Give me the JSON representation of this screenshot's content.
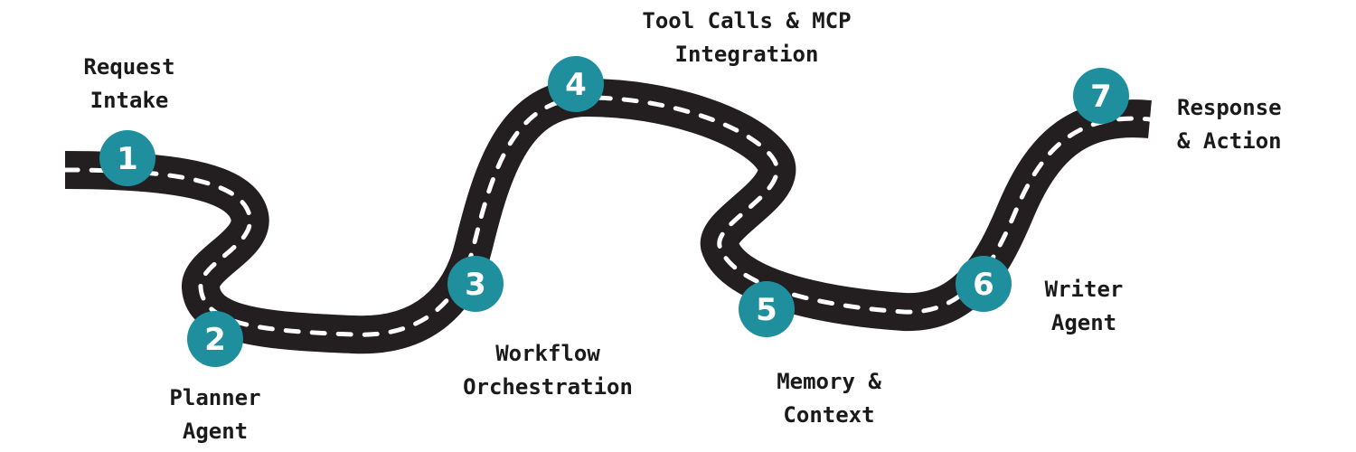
{
  "colors": {
    "road": "#231f20",
    "lane_dash": "#ffffff",
    "marker": "#1f8f9e",
    "marker_text": "#ffffff",
    "label": "#1a1a1a"
  },
  "stops": [
    {
      "number": "1",
      "label_lines": [
        "Request",
        "Intake"
      ]
    },
    {
      "number": "2",
      "label_lines": [
        "Planner",
        "Agent"
      ]
    },
    {
      "number": "3",
      "label_lines": [
        "Workflow",
        "Orchestration"
      ]
    },
    {
      "number": "4",
      "label_lines": [
        "Tool Calls & MCP",
        "Integration"
      ]
    },
    {
      "number": "5",
      "label_lines": [
        "Memory &",
        "Context"
      ]
    },
    {
      "number": "6",
      "label_lines": [
        "Writer",
        "Agent"
      ]
    },
    {
      "number": "7",
      "label_lines": [
        "Response",
        "& Action"
      ]
    }
  ]
}
